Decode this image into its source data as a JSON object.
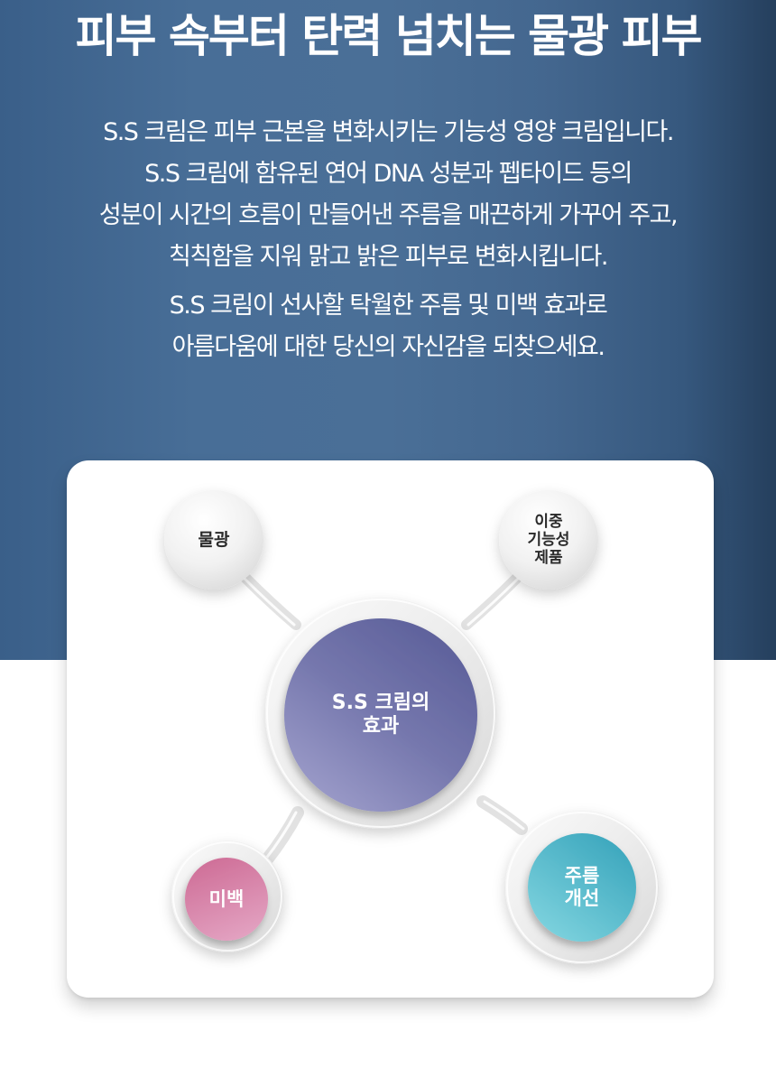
{
  "hero": {
    "title": "피부 속부터 탄력 넘치는 물광 피부",
    "description_lines": [
      "S.S 크림은 피부 근본을 변화시키는 기능성 영양 크림입니다.",
      "S.S 크림에 함유된 연어 DNA 성분과 펩타이드 등의",
      "성분이 시간의 흐름이 만들어낸 주름을 매끈하게 가꾸어 주고,",
      "칙칙함을 지워 맑고 밝은 피부로 변화시킵니다.",
      "S.S 크림이 선사할 탁월한 주름 및 미백 효과로",
      "아름다움에 대한 당신의 자신감을 되찾으세요."
    ]
  },
  "diagram": {
    "center": {
      "lines": [
        "S.S 크림의",
        "효과"
      ],
      "color": "#7b7cb3"
    },
    "nodes": [
      {
        "id": "top-left",
        "lines": [
          "물광"
        ],
        "color": "#eeeeee"
      },
      {
        "id": "top-right",
        "lines": [
          "이중",
          "기능성",
          "제품"
        ],
        "color": "#eeeeee"
      },
      {
        "id": "bottom-left",
        "lines": [
          "미백"
        ],
        "color": "#d77fa6"
      },
      {
        "id": "bottom-right",
        "lines": [
          "주름",
          "개선"
        ],
        "color": "#5fbfcf"
      }
    ]
  },
  "colors": {
    "hero_left": "#3a5f89",
    "hero_right": "#253f5d",
    "center_purple": "#7b7cb3",
    "pink": "#d77fa6",
    "teal": "#5fbfcf"
  }
}
